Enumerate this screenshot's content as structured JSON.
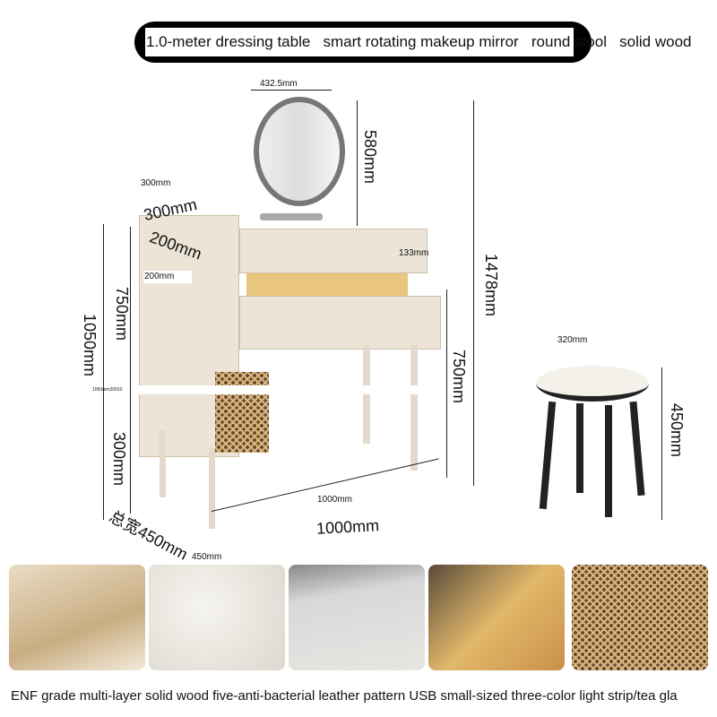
{
  "header": {
    "title": "1.0-meter dressing table   smart rotating makeup mirror   round stool   solid wood"
  },
  "dimensions": {
    "mirror_width": "432.5mm",
    "mirror_height": "580mm",
    "side_depth": "300mm",
    "side_depth_overlay": "300mm",
    "shelf_depth": "200mm",
    "shelf_depth_label": "200mm",
    "top_shelf": "133mm",
    "total_height": "1478mm",
    "cabinet_height": "750mm",
    "overall_height": "1050mm",
    "overall_note": "1050mm20010",
    "leg_height": "300mm",
    "table_height": "750mm",
    "stool_width": "320mm",
    "stool_height": "450mm",
    "width_small": "1000mm",
    "width_large": "1000mm",
    "depth_large": "总宽450mm",
    "depth_small": "450mm"
  },
  "caption": "ENF grade multi-layer solid wood five-anti-bacterial leather pattern USB small-sized three-color light strip/tea gla"
}
